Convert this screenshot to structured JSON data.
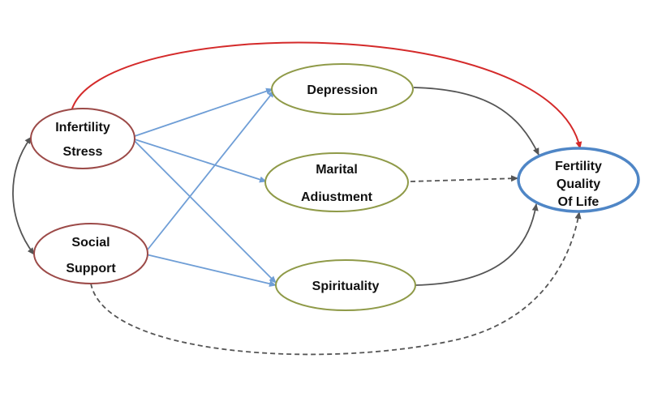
{
  "nodes": {
    "infertility_stress": {
      "lines": [
        "Infertility",
        "Stress"
      ],
      "color": "#9c4a48"
    },
    "social_support": {
      "lines": [
        "Social",
        "Support"
      ],
      "color": "#9c4a48"
    },
    "depression": {
      "lines": [
        "Depression"
      ],
      "color": "#8f9a48"
    },
    "marital_adjustment": {
      "lines": [
        "Marital",
        "Adiustment"
      ],
      "color": "#8f9a48"
    },
    "spirituality": {
      "lines": [
        "Spirituality"
      ],
      "color": "#8f9a48"
    },
    "fertility_qol": {
      "lines": [
        "Fertility",
        "Quality",
        "Of Life"
      ],
      "color": "#4f86c6"
    }
  },
  "edges": [
    {
      "from": "Infertility Stress",
      "to": "Fertility Quality Of Life",
      "style": "solid",
      "color": "#d42a2a"
    },
    {
      "from": "Infertility Stress",
      "to": "Depression",
      "style": "solid",
      "color": "#6f9ed6"
    },
    {
      "from": "Infertility Stress",
      "to": "Marital Adiustment",
      "style": "solid",
      "color": "#6f9ed6"
    },
    {
      "from": "Infertility Stress",
      "to": "Spirituality",
      "style": "solid",
      "color": "#6f9ed6"
    },
    {
      "from": "Social Support",
      "to": "Depression",
      "style": "solid",
      "color": "#6f9ed6"
    },
    {
      "from": "Social Support",
      "to": "Spirituality",
      "style": "solid",
      "color": "#6f9ed6"
    },
    {
      "from": "Social Support",
      "to": "Fertility Quality Of Life",
      "style": "dashed",
      "color": "#555555"
    },
    {
      "from": "Depression",
      "to": "Fertility Quality Of Life",
      "style": "solid",
      "color": "#555555"
    },
    {
      "from": "Marital Adiustment",
      "to": "Fertility Quality Of Life",
      "style": "dashed",
      "color": "#555555"
    },
    {
      "from": "Spirituality",
      "to": "Fertility Quality Of Life",
      "style": "solid",
      "color": "#555555"
    },
    {
      "from": "Infertility Stress",
      "to": "Social Support",
      "style": "solid",
      "color": "#555555",
      "bidirectional": true
    }
  ]
}
